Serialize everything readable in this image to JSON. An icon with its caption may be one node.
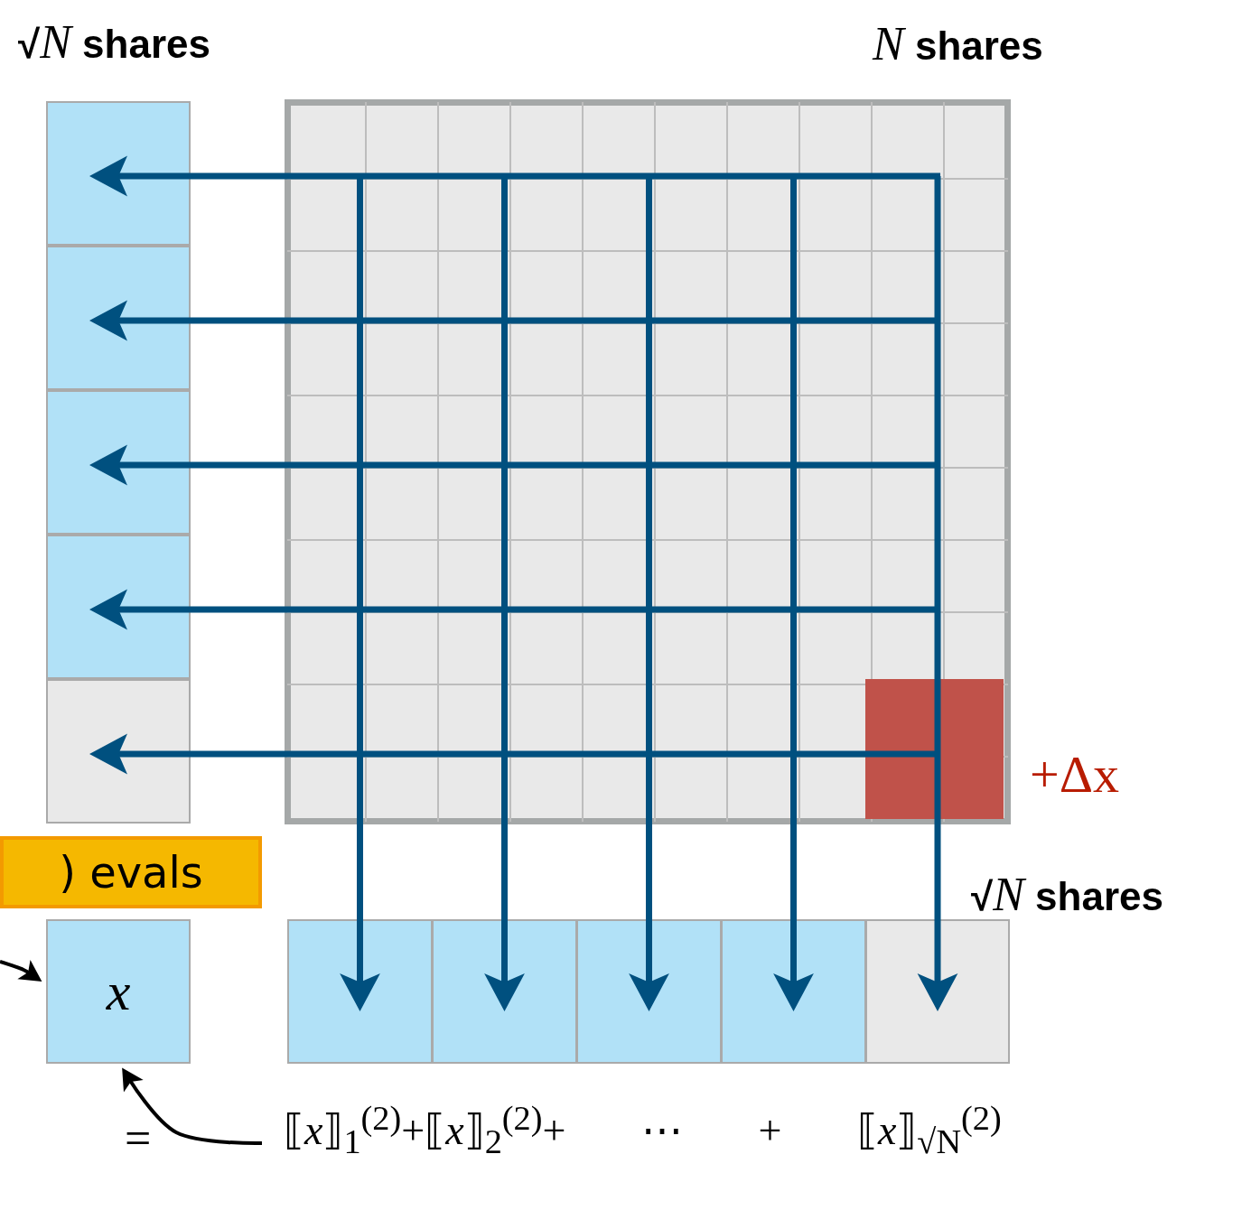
{
  "diagram": {
    "nodes": [
      {
        "text": [],
        "shape": "box"
      },
      {
        "text": [],
        "shape": "box"
      },
      {
        "text": [],
        "shape": "box"
      },
      {
        "text": [],
        "shape": "box"
      },
      {
        "text": [],
        "shape": "box"
      },
      {
        "text": [],
        "shape": "box"
      },
      {
        "text": [
          ") evals"
        ]
      },
      {
        "text": [
          "x"
        ]
      },
      {
        "text": [],
        "shape": "box"
      },
      {
        "text": [],
        "shape": "box"
      },
      {
        "text": [],
        "shape": "box"
      },
      {
        "text": [],
        "shape": "box"
      },
      {
        "text": [],
        "shape": "box"
      },
      {
        "text": [
          "⟦*x*⟧$_{1}$$^{(2)}$+⟦*x*⟧$_{2}$$^{(2)}$+ ⋯ + ⟦*x*⟧$_{√N}$$^{(2)}$"
        ]
      }
    ],
    "edges": [
      {
        "from": 5,
        "to": 0,
        "arrow": "to"
      },
      {
        "from": 5,
        "to": 1,
        "arrow": "to"
      },
      {
        "from": 5,
        "to": 2,
        "arrow": "to"
      },
      {
        "from": 5,
        "to": 3,
        "arrow": "to"
      },
      {
        "from": 5,
        "to": 4,
        "arrow": "to"
      },
      {
        "from": 5,
        "to": 8,
        "arrow": "to"
      },
      {
        "from": 5,
        "to": 9,
        "arrow": "to"
      },
      {
        "from": 5,
        "to": 10,
        "arrow": "to"
      },
      {
        "from": 5,
        "to": 11,
        "arrow": "to"
      },
      {
        "from": 5,
        "to": 12,
        "arrow": "to"
      },
      {
        "from": null,
        "to": 7,
        "arrow": "to",
        "color": "#000000"
      },
      {
        "from": 13,
        "to": 7,
        "arrow": "to",
        "color": "#000000"
      }
    ],
    "labels": [
      "√*N* shares",
      "*N* shares",
      "+Δx",
      "√*N* shares",
      "="
    ]
  }
}
